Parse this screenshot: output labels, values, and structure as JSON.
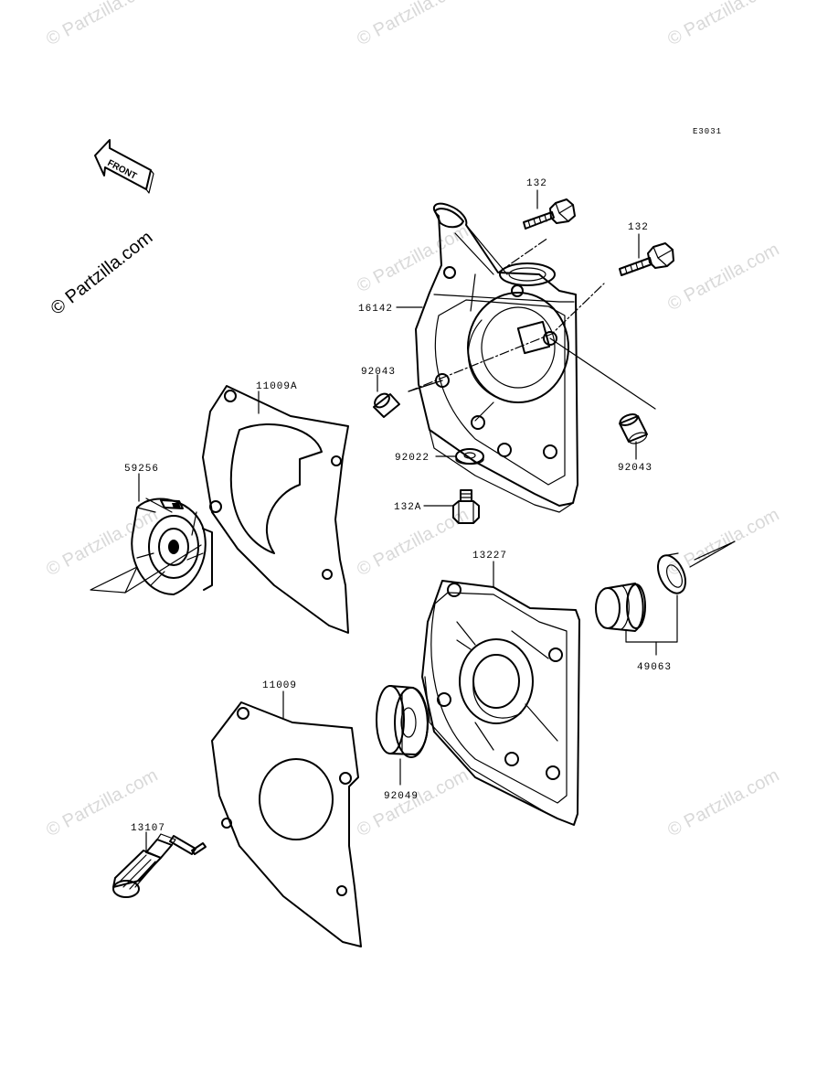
{
  "diagram_code": "E3031",
  "brand_label": "© Partzilla.com",
  "watermark_text": "© Partzilla.com",
  "front_label": "FRONT",
  "parts": [
    {
      "id": "132_upper",
      "number": "132"
    },
    {
      "id": "132_lower",
      "number": "132"
    },
    {
      "id": "16142",
      "number": "16142"
    },
    {
      "id": "92043_left",
      "number": "92043"
    },
    {
      "id": "92043_right",
      "number": "92043"
    },
    {
      "id": "92022",
      "number": "92022"
    },
    {
      "id": "132A",
      "number": "132A"
    },
    {
      "id": "11009A",
      "number": "11009A"
    },
    {
      "id": "59256",
      "number": "59256"
    },
    {
      "id": "13227",
      "number": "13227"
    },
    {
      "id": "49063",
      "number": "49063"
    },
    {
      "id": "11009",
      "number": "11009"
    },
    {
      "id": "92049",
      "number": "92049"
    },
    {
      "id": "13107",
      "number": "13107"
    }
  ]
}
